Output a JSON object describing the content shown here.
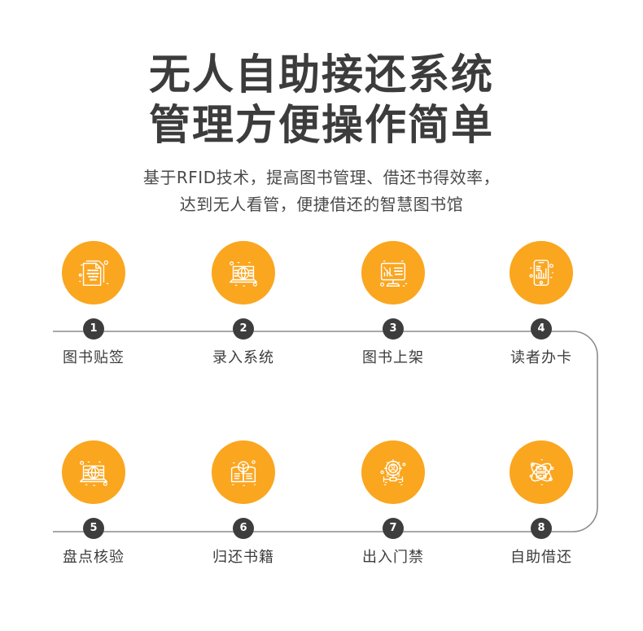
{
  "header": {
    "title_line_1": "无人自助接还系统",
    "title_line_2": "管理方便操作简单",
    "subtitle_line_1": "基于RFID技术，提高图书管理、借还书得效率，",
    "subtitle_line_2": "达到无人看管，便捷借还的智慧图书馆"
  },
  "colors": {
    "accent_orange": "#faa61f",
    "badge_dark": "#3d3d3d",
    "text_dark": "#3c3c3c",
    "connector_gray": "#8c8c8c",
    "page_background": "#ffffff"
  },
  "flow": {
    "connector_style": "horizontal-line-with-right-rounded-elbow",
    "steps": [
      {
        "number": "1",
        "label": "图书贴签",
        "icon": "document-binary-icon"
      },
      {
        "number": "2",
        "label": "录入系统",
        "icon": "laptop-globe-icon"
      },
      {
        "number": "3",
        "label": "图书上架",
        "icon": "monitor-chart-binary-icon"
      },
      {
        "number": "4",
        "label": "读者办卡",
        "icon": "smartphone-barchart-icon"
      },
      {
        "number": "5",
        "label": "盘点核验",
        "icon": "laptop-globe-icon"
      },
      {
        "number": "6",
        "label": "归还书籍",
        "icon": "book-lightbulb-icon"
      },
      {
        "number": "7",
        "label": "出入门禁",
        "icon": "gear-person-icon"
      },
      {
        "number": "8",
        "label": "自助借还",
        "icon": "atom-server-icon"
      }
    ]
  }
}
